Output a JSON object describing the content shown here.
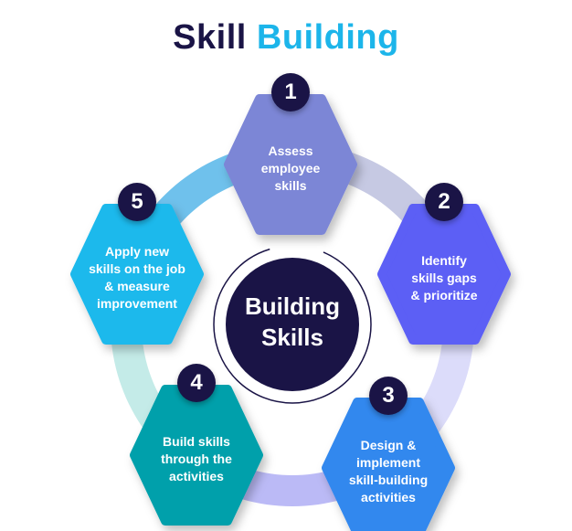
{
  "title": {
    "part1": "Skill",
    "part2": "Building"
  },
  "center": {
    "line1": "Building",
    "line2": "Skills"
  },
  "steps": [
    {
      "number": "1",
      "lines": [
        "Assess",
        "employee",
        "skills"
      ],
      "color": "#7b86d6",
      "arrow_color": "#c6c9e3"
    },
    {
      "number": "2",
      "lines": [
        "Identify",
        "skills gaps",
        "& prioritize"
      ],
      "color": "#5b5ef5",
      "arrow_color": "#dcdcfa"
    },
    {
      "number": "3",
      "lines": [
        "Design &",
        "implement",
        "skill-building",
        "activities"
      ],
      "color": "#3388ee",
      "arrow_color": "#bbbaf6"
    },
    {
      "number": "4",
      "lines": [
        "Build skills",
        "through the",
        "activities"
      ],
      "color": "#02a0ab",
      "arrow_color": "#c4ebe8"
    },
    {
      "number": "5",
      "lines": [
        "Apply new",
        "skills on the job",
        "& measure",
        "improvement"
      ],
      "color": "#1cb9ec",
      "arrow_color": "#6fc1ec"
    }
  ],
  "colors": {
    "navy": "#1a1446",
    "accent": "#1cb5ea"
  }
}
